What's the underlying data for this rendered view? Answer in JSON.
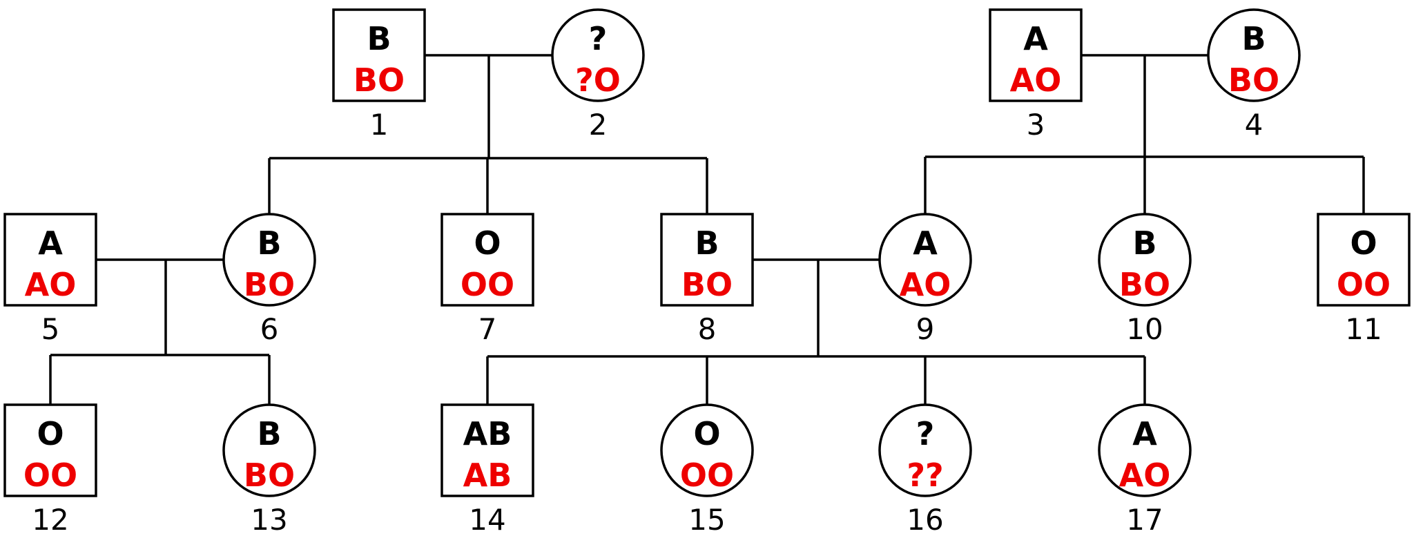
{
  "colors": {
    "phenotype": "#000000",
    "genotype": "#ee0000",
    "line": "#000000"
  },
  "individuals": [
    {
      "id": "1",
      "sex": "male",
      "phenotype": "B",
      "genotype": "BO"
    },
    {
      "id": "2",
      "sex": "female",
      "phenotype": "?",
      "genotype": "?O"
    },
    {
      "id": "3",
      "sex": "male",
      "phenotype": "A",
      "genotype": "AO"
    },
    {
      "id": "4",
      "sex": "female",
      "phenotype": "B",
      "genotype": "BO"
    },
    {
      "id": "5",
      "sex": "male",
      "phenotype": "A",
      "genotype": "AO"
    },
    {
      "id": "6",
      "sex": "female",
      "phenotype": "B",
      "genotype": "BO"
    },
    {
      "id": "7",
      "sex": "male",
      "phenotype": "O",
      "genotype": "OO"
    },
    {
      "id": "8",
      "sex": "male",
      "phenotype": "B",
      "genotype": "BO"
    },
    {
      "id": "9",
      "sex": "female",
      "phenotype": "A",
      "genotype": "AO"
    },
    {
      "id": "10",
      "sex": "female",
      "phenotype": "B",
      "genotype": "BO"
    },
    {
      "id": "11",
      "sex": "male",
      "phenotype": "O",
      "genotype": "OO"
    },
    {
      "id": "12",
      "sex": "male",
      "phenotype": "O",
      "genotype": "OO"
    },
    {
      "id": "13",
      "sex": "female",
      "phenotype": "B",
      "genotype": "BO"
    },
    {
      "id": "14",
      "sex": "male",
      "phenotype": "AB",
      "genotype": "AB"
    },
    {
      "id": "15",
      "sex": "female",
      "phenotype": "O",
      "genotype": "OO"
    },
    {
      "id": "16",
      "sex": "female",
      "phenotype": "?",
      "genotype": "??"
    },
    {
      "id": "17",
      "sex": "female",
      "phenotype": "A",
      "genotype": "AO"
    }
  ],
  "families": [
    {
      "parents": [
        "1",
        "2"
      ],
      "children": [
        "6",
        "7",
        "8"
      ]
    },
    {
      "parents": [
        "3",
        "4"
      ],
      "children": [
        "9",
        "10",
        "11"
      ]
    },
    {
      "parents": [
        "5",
        "6"
      ],
      "children": [
        "12",
        "13"
      ]
    },
    {
      "parents": [
        "8",
        "9"
      ],
      "children": [
        "14",
        "15",
        "16",
        "17"
      ]
    }
  ]
}
